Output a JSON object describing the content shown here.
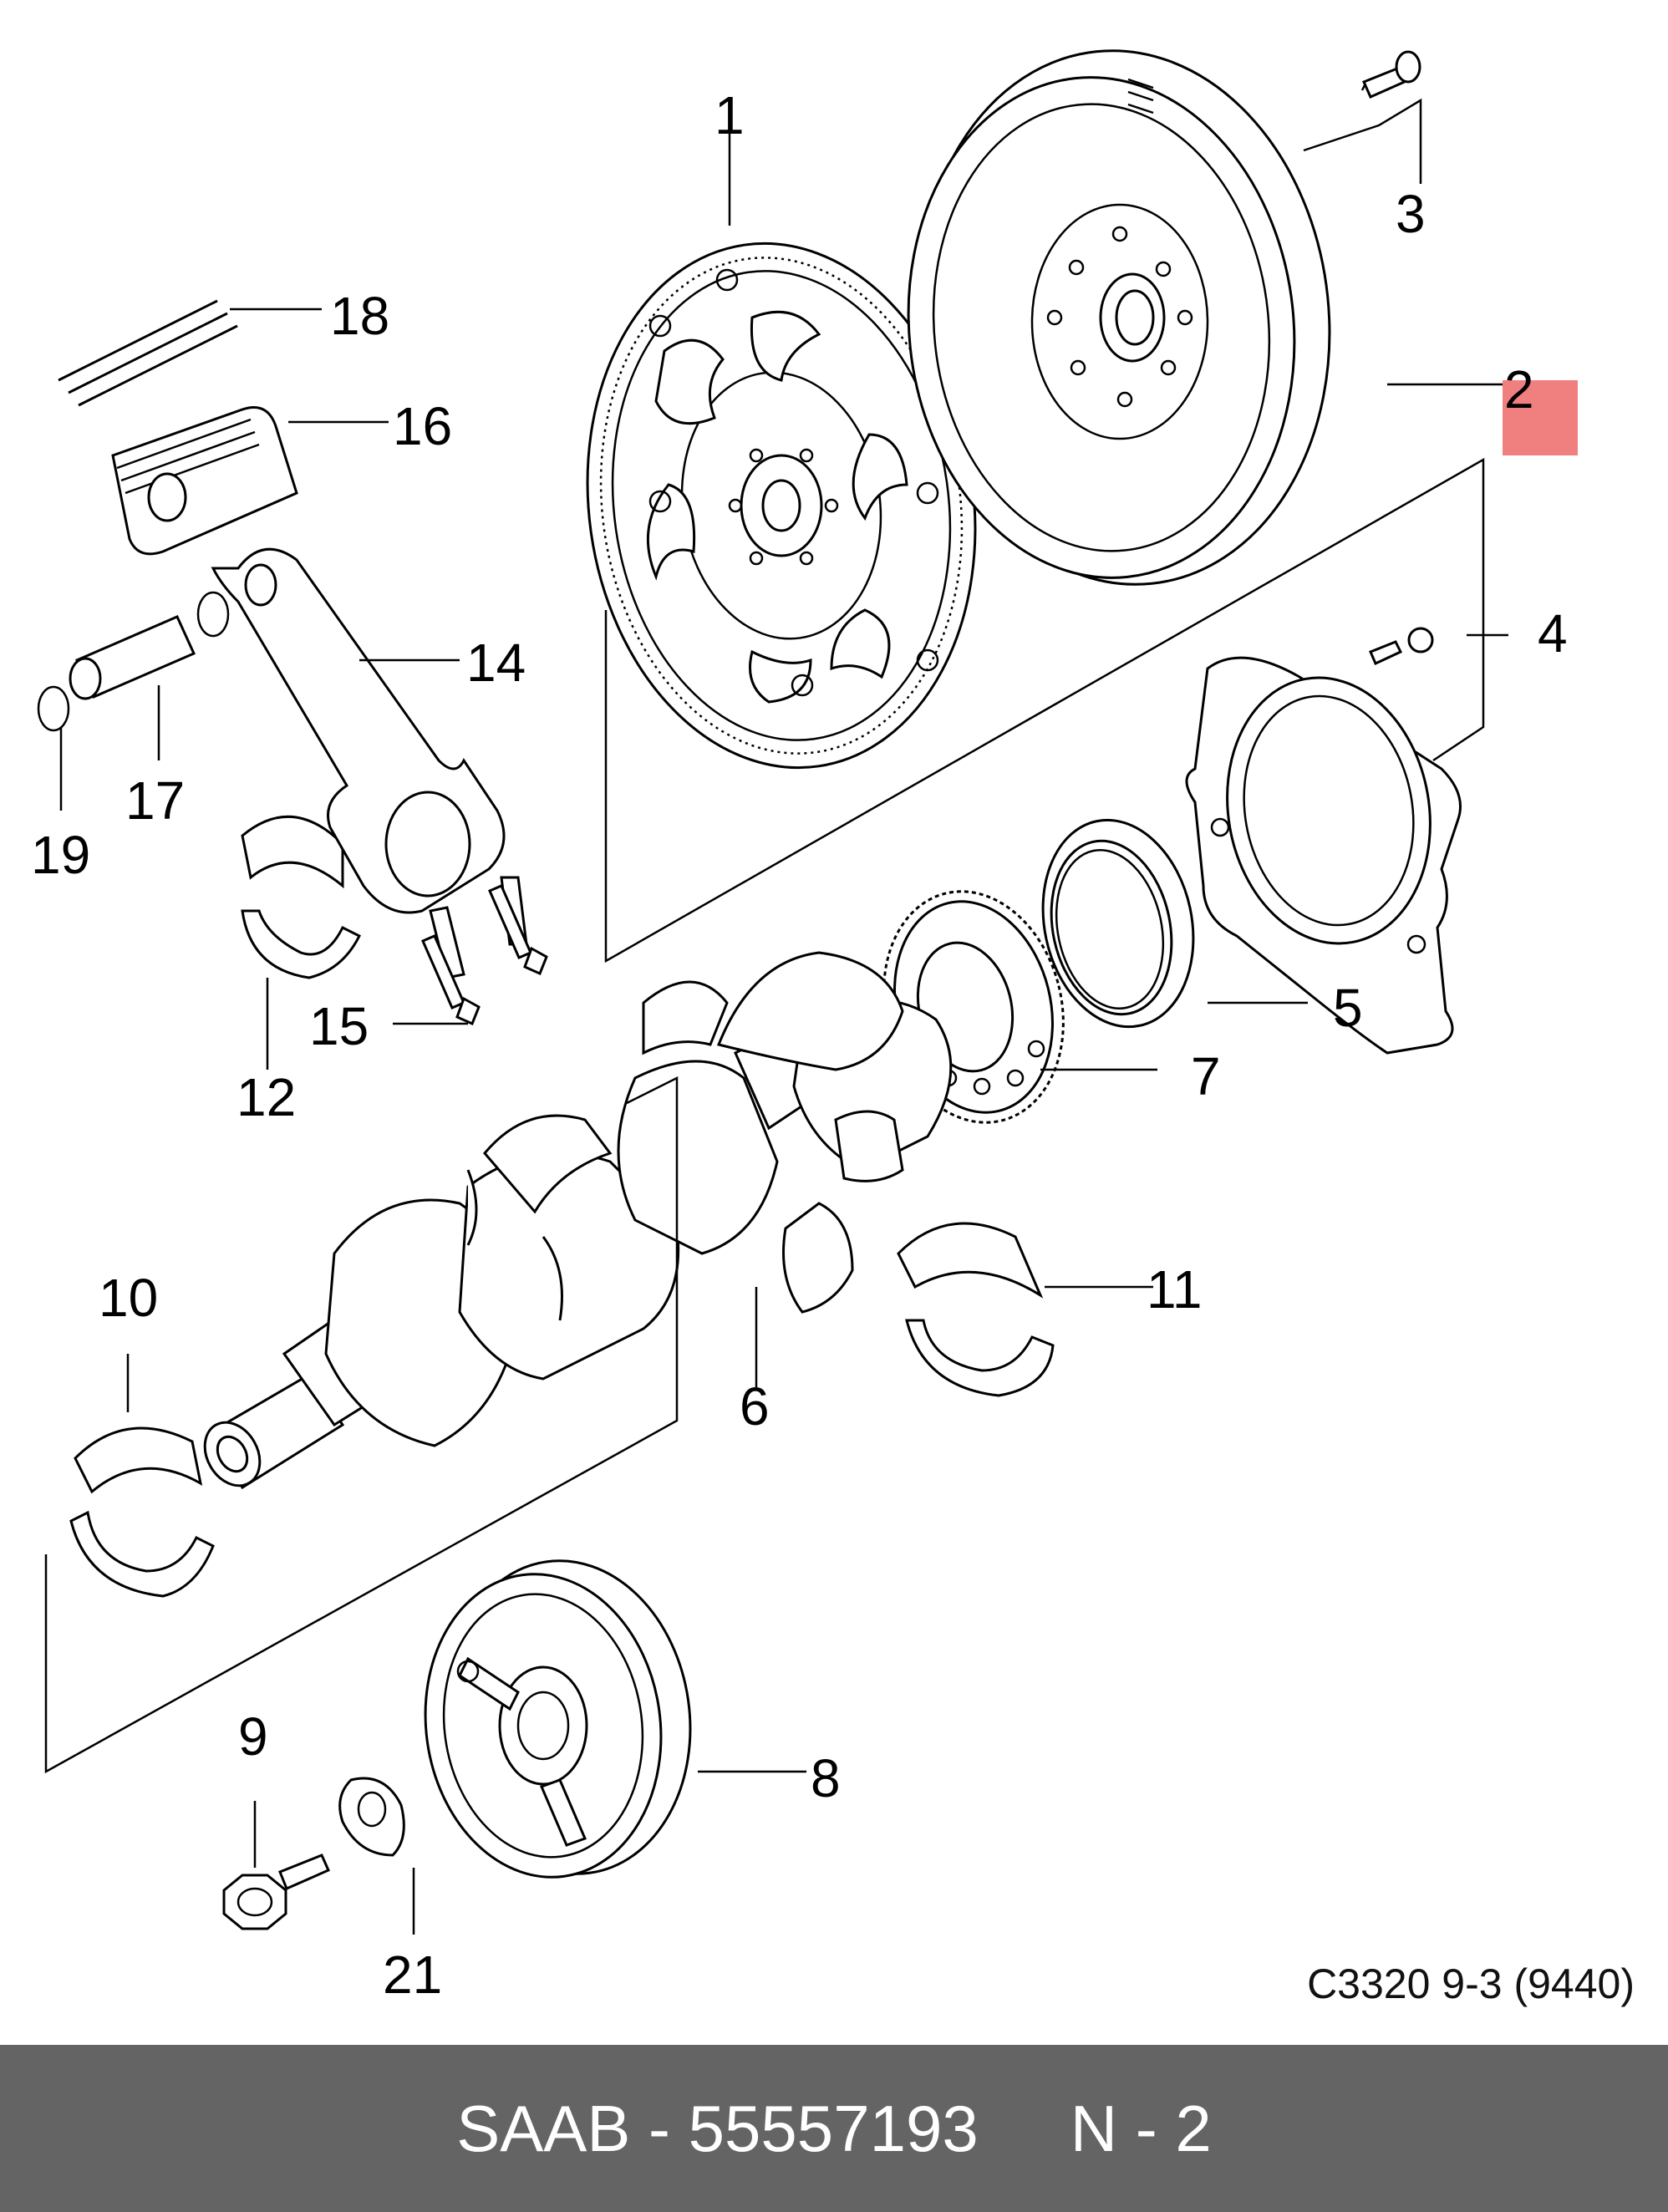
{
  "diagram": {
    "callouts": [
      {
        "id": "1",
        "label": "1"
      },
      {
        "id": "2",
        "label": "2"
      },
      {
        "id": "3",
        "label": "3"
      },
      {
        "id": "4",
        "label": "4"
      },
      {
        "id": "5",
        "label": "5"
      },
      {
        "id": "6",
        "label": "6"
      },
      {
        "id": "7",
        "label": "7"
      },
      {
        "id": "8",
        "label": "8"
      },
      {
        "id": "9",
        "label": "9"
      },
      {
        "id": "10",
        "label": "10"
      },
      {
        "id": "11",
        "label": "11"
      },
      {
        "id": "12",
        "label": "12"
      },
      {
        "id": "14",
        "label": "14"
      },
      {
        "id": "15",
        "label": "15"
      },
      {
        "id": "16",
        "label": "16"
      },
      {
        "id": "17",
        "label": "17"
      },
      {
        "id": "18",
        "label": "18"
      },
      {
        "id": "19",
        "label": "19"
      },
      {
        "id": "21",
        "label": "21"
      }
    ],
    "highlight_color": "#f08080",
    "highlighted_callout": "2",
    "reference_code": "C3320 9-3 (9440)"
  },
  "footer": {
    "background": "#646464",
    "part_text": "SAAB - 55557193",
    "position_text": "N - 2"
  }
}
